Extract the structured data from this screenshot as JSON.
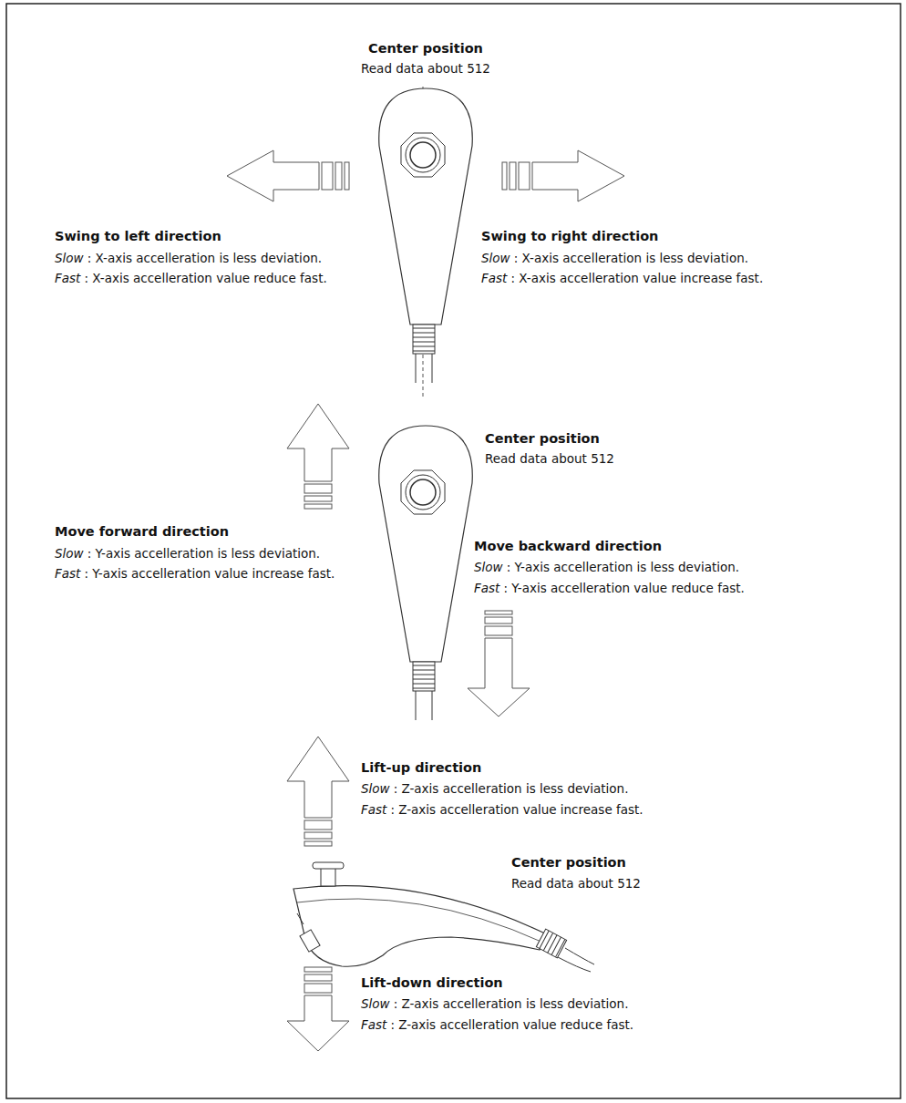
{
  "diagram": {
    "labels": [
      "Center position",
      "Read data about 512",
      "Swing to left direction",
      "Slow",
      ": X-axis accelleration is less deviation.",
      "Fast",
      ": X-axis accelleration value reduce fast.",
      "Swing to right direction",
      "Slow",
      ": X-axis accelleration is less deviation.",
      "Fast",
      ": X-axis accelleration value increase fast.",
      "Center position",
      "Read data about 512",
      "Move forward direction",
      "Slow",
      ": Y-axis accelleration is less deviation.",
      "Fast",
      ": Y-axis accelleration value increase fast.",
      "Move backward direction",
      "Slow",
      ": Y-axis accelleration is less deviation.",
      "Fast",
      ": Y-axis accelleration value reduce fast.",
      "Lift-up direction",
      "Slow",
      ": Z-axis accelleration is less deviation.",
      "Fast",
      ": Z-axis accelleration value increase fast.",
      "Center position",
      "Read data about 512",
      "Lift-down direction",
      "Slow",
      ": Z-axis accelleration is less deviation.",
      "Fast",
      ": Z-axis accelleration value reduce fast."
    ]
  }
}
